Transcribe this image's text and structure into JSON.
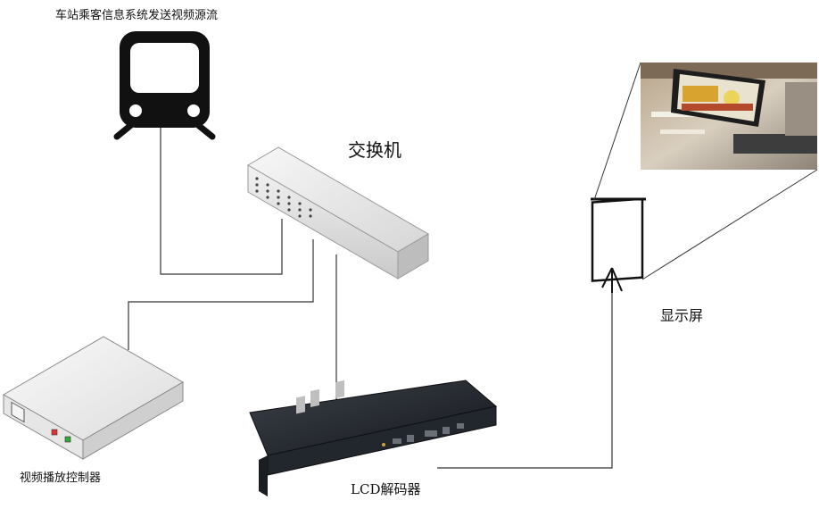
{
  "labels": {
    "source": "车站乘客信息系统发送视频源流",
    "switch": "交换机",
    "display": "显示屏",
    "player": "视频播放控制器",
    "decoder": "LCD解码器"
  },
  "colors": {
    "line": "#333333",
    "switch_body": "#e6e6e6",
    "decoder_body": "#1f232a",
    "train_icon": "#111111"
  }
}
